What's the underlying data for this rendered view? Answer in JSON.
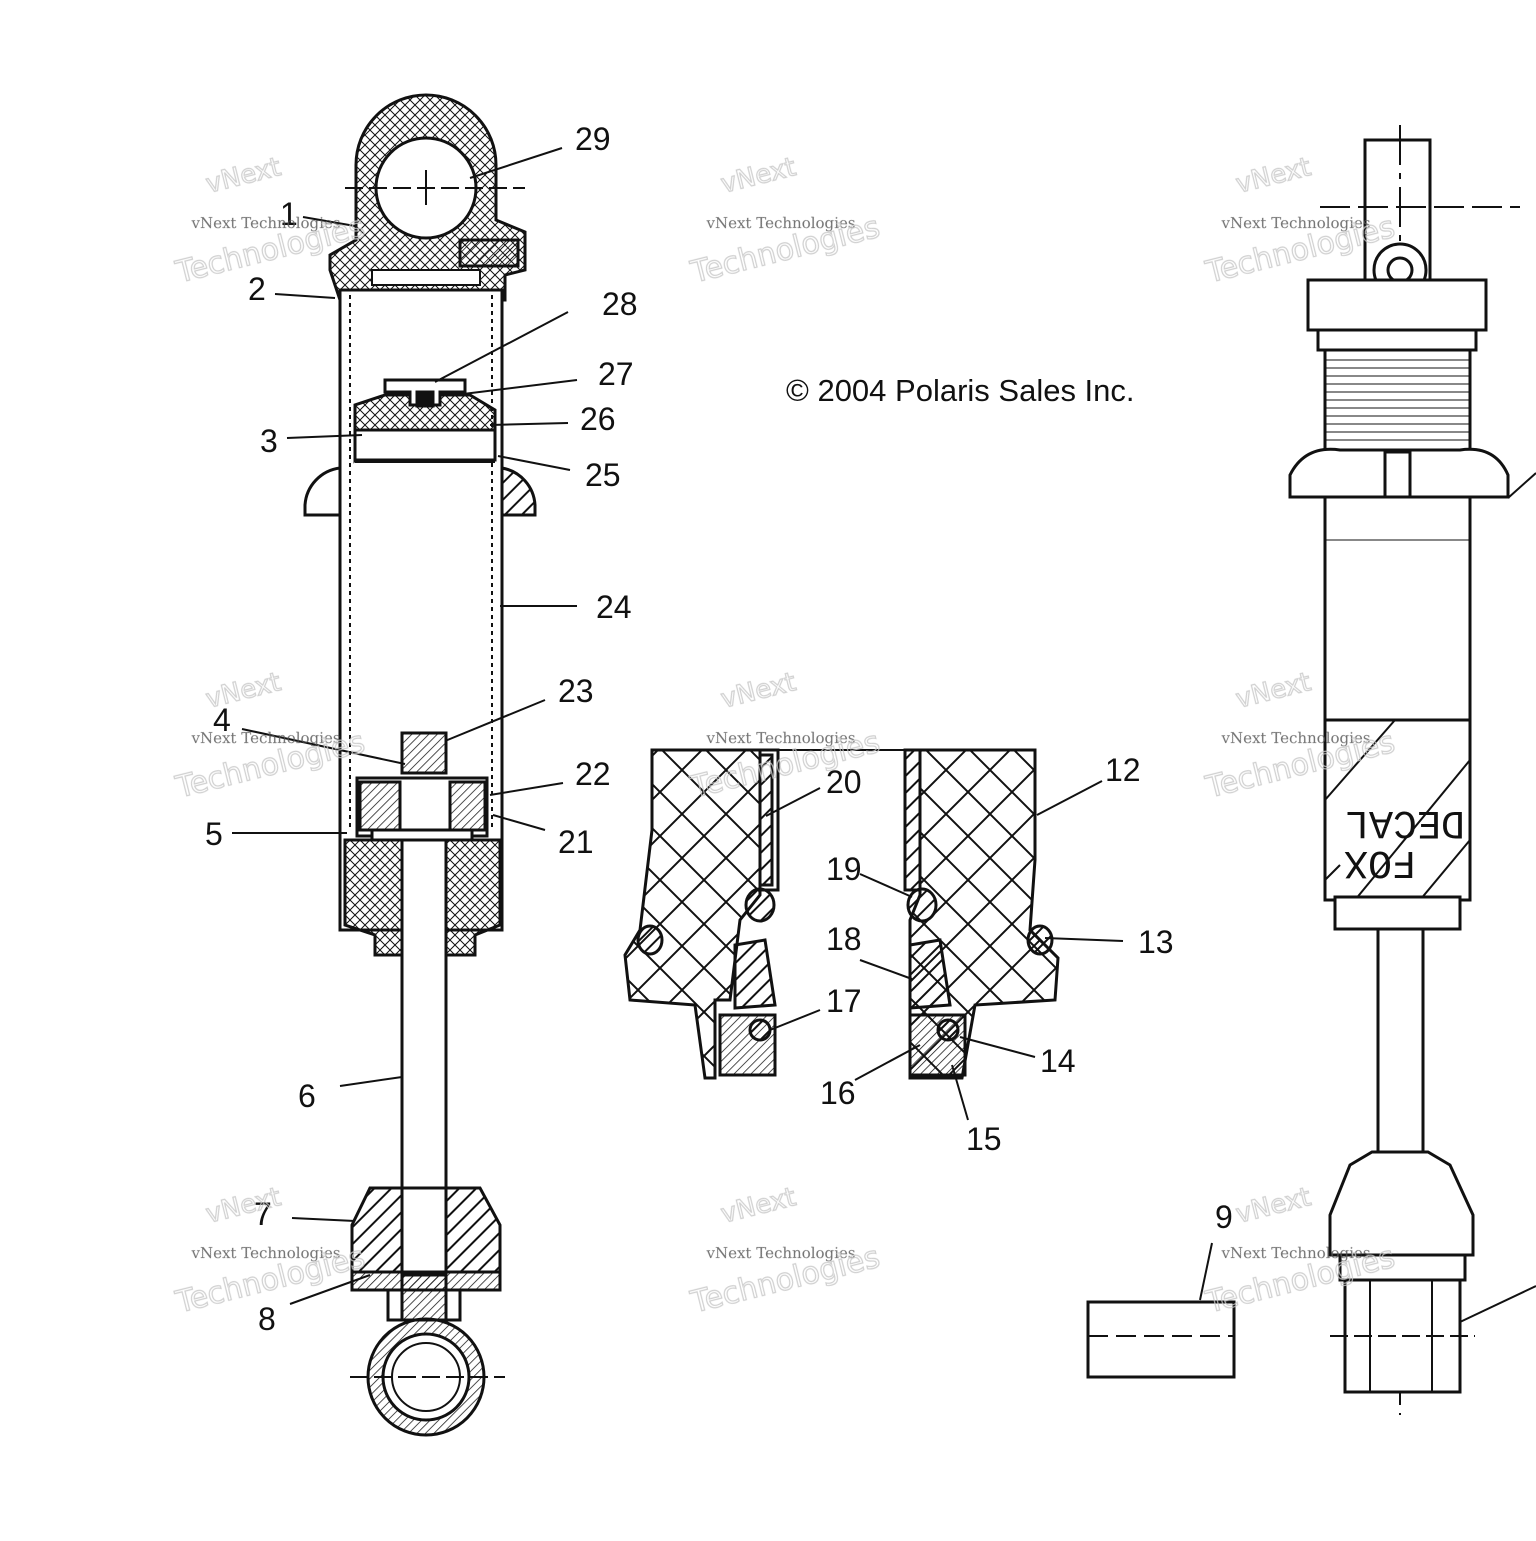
{
  "copyright": "© 2004 Polaris Sales Inc.",
  "decal": {
    "line1": "DECAL",
    "line2": "FOX"
  },
  "watermark": {
    "name": "vNext",
    "line1": "vNext Technologies",
    "line2": "Technologies"
  },
  "callouts": [
    "29",
    "1",
    "2",
    "28",
    "27",
    "26",
    "3",
    "25",
    "24",
    "23",
    "4",
    "22",
    "5",
    "21",
    "6",
    "7",
    "8",
    "20",
    "12",
    "19",
    "18",
    "13",
    "17",
    "14",
    "16",
    "15",
    "9"
  ],
  "colors": {
    "ink": "#111111",
    "watermark": "#c8c8c8"
  }
}
